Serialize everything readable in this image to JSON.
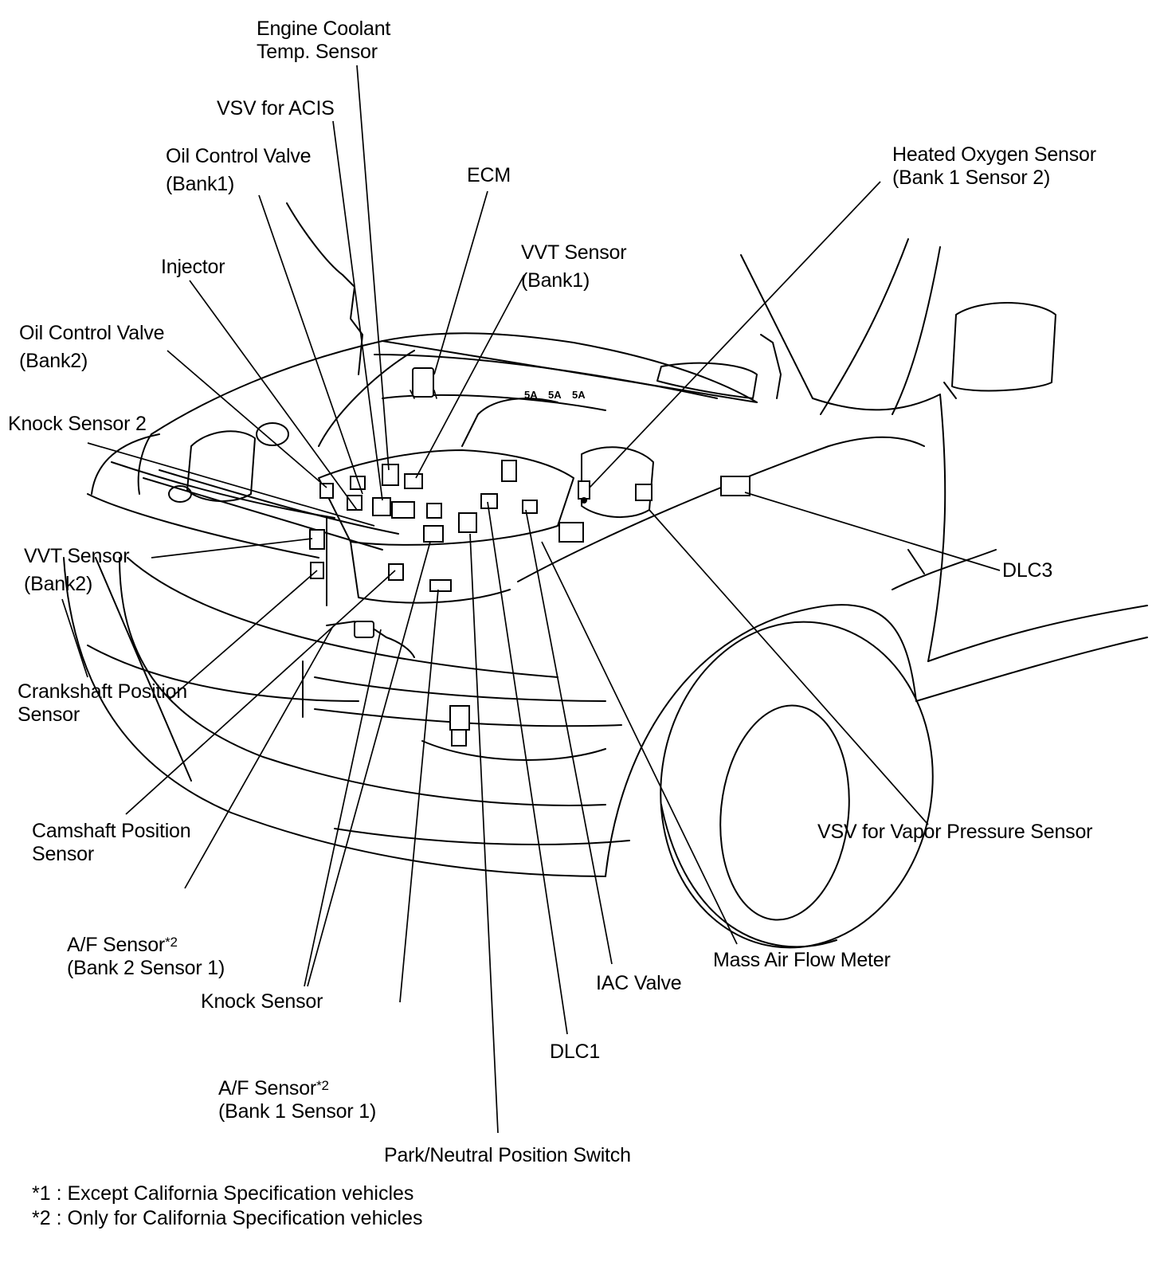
{
  "labels": {
    "engine_coolant_temp_sensor": {
      "line1": "Engine Coolant",
      "line2": "Temp. Sensor"
    },
    "vsv_for_acis": {
      "line1": "VSV for ACIS"
    },
    "oil_control_valve_bank1": {
      "line1": "Oil Control Valve",
      "line2": "(Bank1)"
    },
    "ecm": {
      "line1": "ECM"
    },
    "heated_oxygen_sensor": {
      "line1": "Heated Oxygen Sensor",
      "line2": "(Bank 1 Sensor 2)"
    },
    "vvt_sensor_bank1": {
      "line1": "VVT Sensor",
      "line2": "(Bank1)"
    },
    "injector": {
      "line1": "Injector"
    },
    "oil_control_valve_bank2": {
      "line1": "Oil Control Valve",
      "line2": "(Bank2)"
    },
    "knock_sensor_2": {
      "line1": "Knock Sensor 2"
    },
    "vvt_sensor_bank2": {
      "line1": "VVT Sensor",
      "line2": "(Bank2)"
    },
    "dlc3": {
      "line1": "DLC3"
    },
    "crankshaft_position_sensor": {
      "line1": "Crankshaft Position",
      "line2": "Sensor"
    },
    "camshaft_position_sensor": {
      "line1": "Camshaft Position",
      "line2": "Sensor"
    },
    "vsv_for_vapor_pressure_sensor": {
      "line1": "VSV for Vapor Pressure Sensor"
    },
    "af_sensor_bank2": {
      "line1": "A/F Sensor",
      "sup": "*2",
      "line2": "(Bank 2 Sensor 1)"
    },
    "mass_air_flow_meter": {
      "line1": "Mass Air Flow Meter"
    },
    "knock_sensor": {
      "line1": "Knock Sensor"
    },
    "iac_valve": {
      "line1": "IAC Valve"
    },
    "dlc1": {
      "line1": "DLC1"
    },
    "af_sensor_bank1": {
      "line1": "A/F Sensor",
      "sup": "*2",
      "line2": "(Bank 1 Sensor 1)"
    },
    "park_neutral_position_switch": {
      "line1": "Park/Neutral Position Switch"
    }
  },
  "footnotes": [
    "*1 : Except California Specification vehicles",
    "*2 : Only for California Specification vehicles"
  ],
  "marks": [
    "5A",
    "5A",
    "5A"
  ]
}
